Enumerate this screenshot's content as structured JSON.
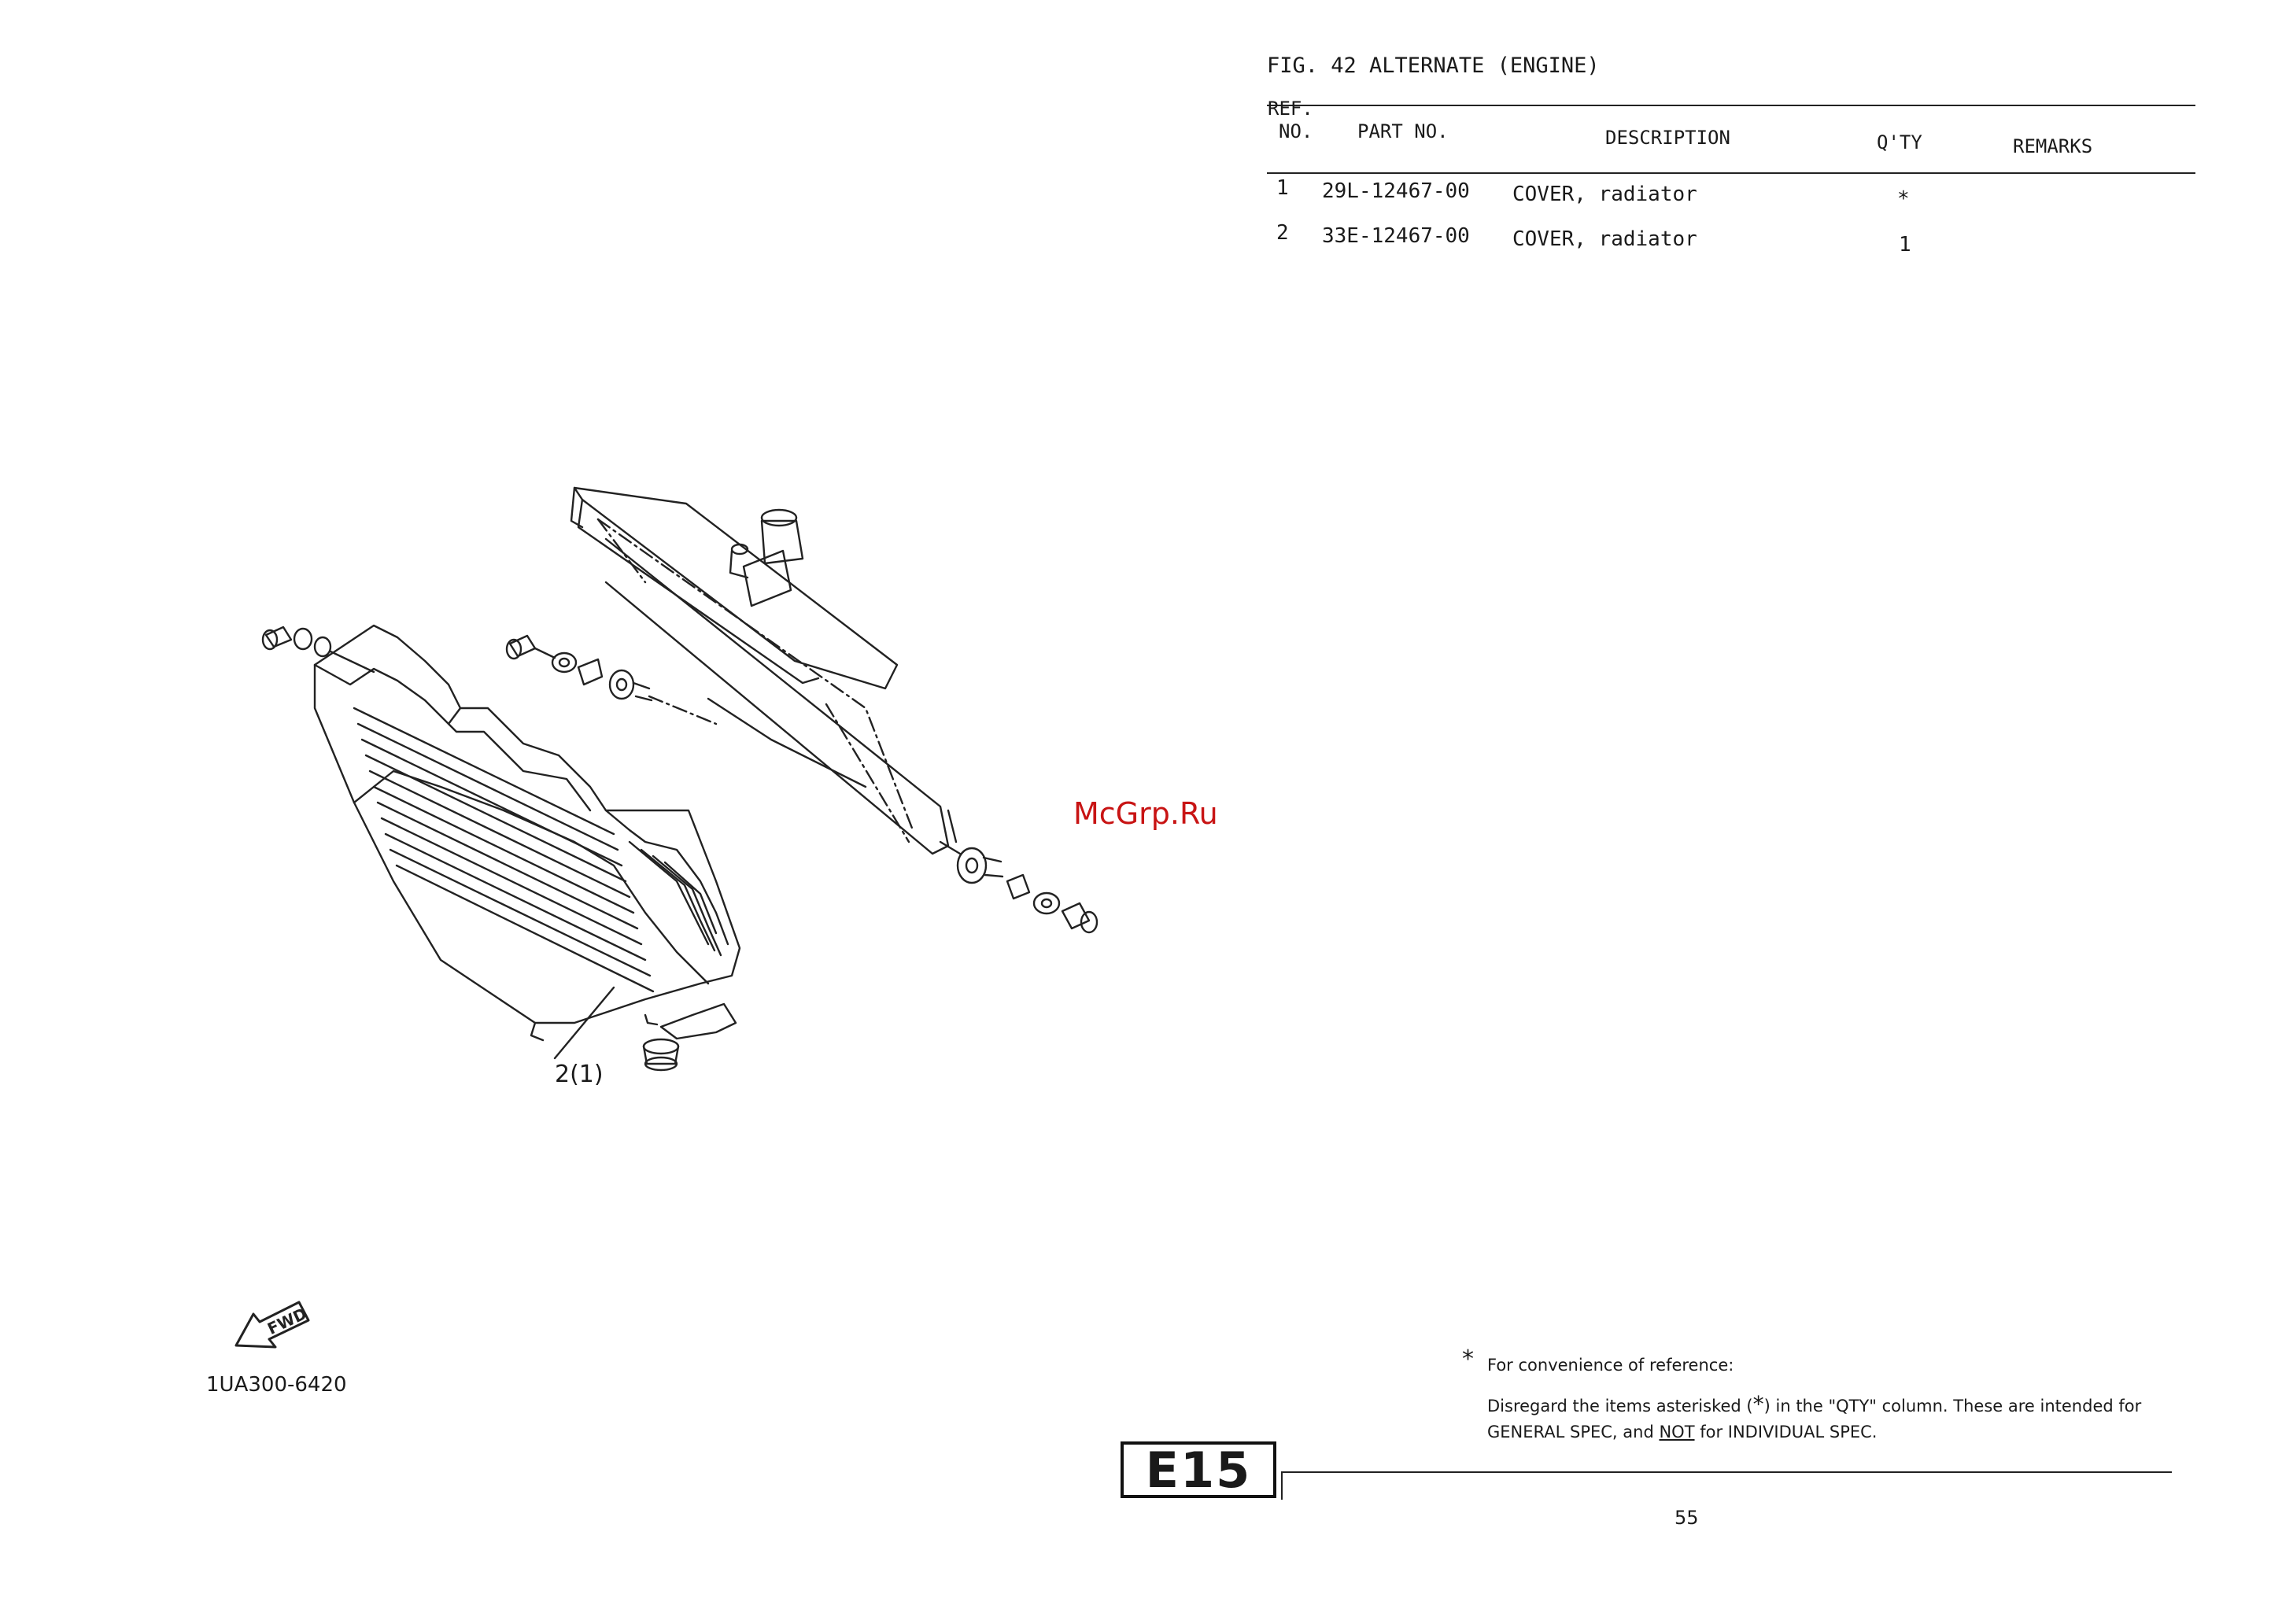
{
  "header": {
    "fig_title": "FIG. 42  ALTERNATE (ENGINE)"
  },
  "table": {
    "columns": {
      "ref_line1": "REF.",
      "ref_line2": "NO.",
      "part_no": "PART NO.",
      "description": "DESCRIPTION",
      "qty": "Q'TY",
      "remarks": "REMARKS"
    },
    "rows": [
      {
        "ref": "1",
        "part_no": "29L-12467-00",
        "description": "COVER, radiator",
        "qty": "*",
        "remarks": ""
      },
      {
        "ref": "2",
        "part_no": "33E-12467-00",
        "description": "COVER, radiator",
        "qty": "1",
        "remarks": ""
      }
    ]
  },
  "diagram": {
    "callout": "2(1)",
    "fwd_label": "FWD",
    "figure_code": "1UA300-6420"
  },
  "watermark": "McGrp.Ru",
  "footnote": {
    "line1": "For convenience of reference:",
    "line2_a": "Disregard the items asterisked (",
    "line2_star": "*",
    "line2_b": ") in the \"QTY\" column.  These are intended for",
    "line3_a": "GENERAL SPEC, and ",
    "line3_not": "NOT",
    "line3_b": " for INDIVIDUAL SPEC.",
    "star": "*"
  },
  "section_code": "E15",
  "page_number": "55"
}
